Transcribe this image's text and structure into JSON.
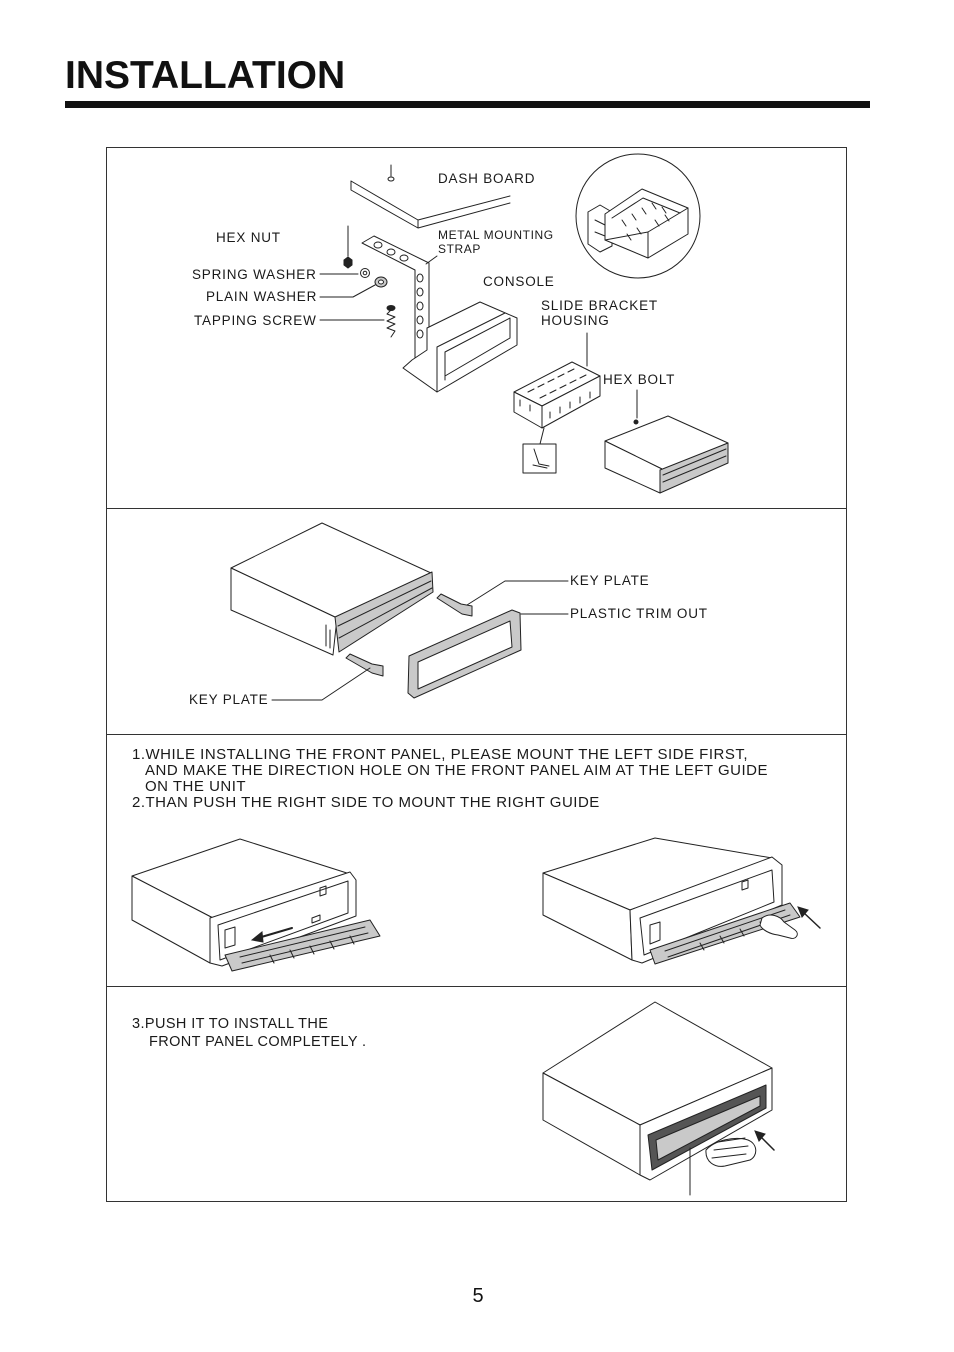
{
  "header": {
    "title": "INSTALLATION"
  },
  "step1_diagram": {
    "dash_board": "DASH BOARD",
    "hex_nut": "HEX NUT",
    "metal_mounting_strap": [
      "METAL MOUNTING",
      "STRAP"
    ],
    "spring_washer": "SPRING WASHER",
    "plain_washer": "PLAIN WASHER",
    "console": "CONSOLE",
    "slide_bracket_housing": [
      "SLIDE BRACKET",
      "HOUSING"
    ],
    "tapping_screw": "TAPPING SCREW",
    "hex_bolt": "HEX BOLT"
  },
  "step2_diagram": {
    "key_plate_top": "KEY PLATE",
    "plastic_trim_out": "PLASTIC TRIM OUT",
    "key_plate_bottom": "KEY PLATE"
  },
  "front_panel_instructions": {
    "lines": [
      "1.WHILE INSTALLING THE FRONT PANEL, PLEASE MOUNT THE LEFT SIDE FIRST,",
      "AND MAKE THE DIRECTION HOLE ON THE FRONT PANEL AIM AT THE LEFT GUIDE",
      "ON THE UNIT",
      "2.THAN PUSH THE RIGHT SIDE TO MOUNT THE RIGHT GUIDE"
    ]
  },
  "final_step": {
    "lines": [
      "3.PUSH IT TO INSTALL THE",
      "FRONT PANEL COMPLETELY ."
    ]
  },
  "footer": {
    "page_number": "5"
  }
}
